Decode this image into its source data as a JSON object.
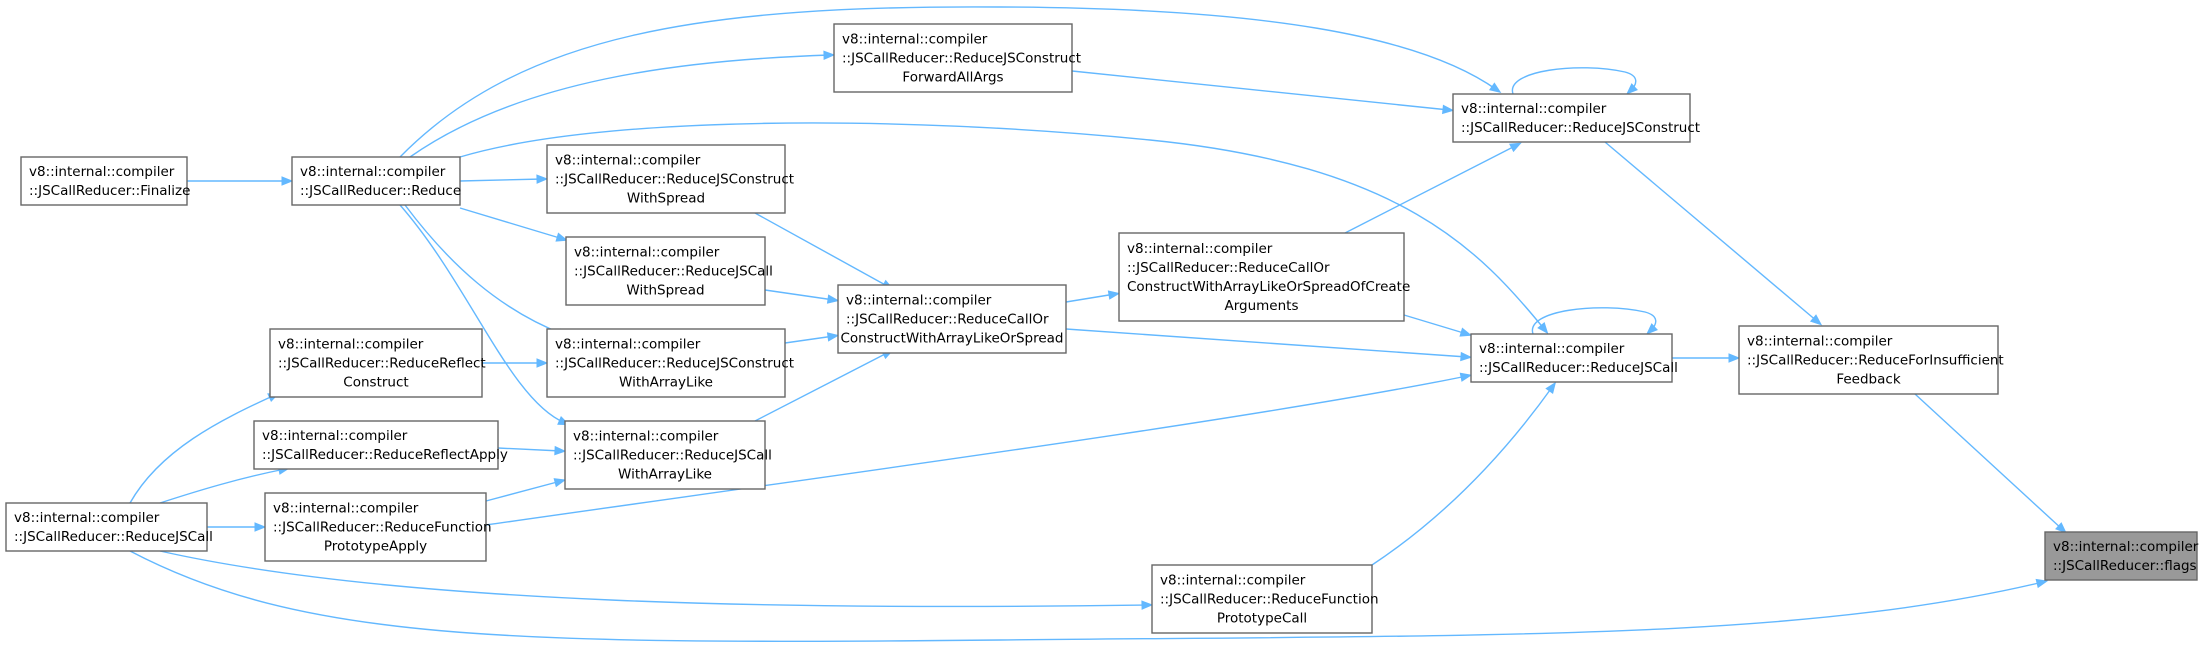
{
  "diagram": {
    "type": "call-graph",
    "nodes": [
      {
        "id": "n_finalize",
        "lines": [
          "v8::internal::compiler",
          "::JSCallReducer::Finalize"
        ]
      },
      {
        "id": "n_reduce",
        "lines": [
          "v8::internal::compiler",
          "::JSCallReducer::Reduce"
        ]
      },
      {
        "id": "n_reducejscall_left",
        "lines": [
          "v8::internal::compiler",
          "::JSCallReducer::ReduceJSCall"
        ]
      },
      {
        "id": "n_reflect_construct",
        "lines": [
          "v8::internal::compiler",
          "::JSCallReducer::ReduceReflect",
          "Construct"
        ]
      },
      {
        "id": "n_reflect_apply",
        "lines": [
          "v8::internal::compiler",
          "::JSCallReducer::ReduceReflectApply"
        ]
      },
      {
        "id": "n_func_proto_apply",
        "lines": [
          "v8::internal::compiler",
          "::JSCallReducer::ReduceFunction",
          "PrototypeApply"
        ]
      },
      {
        "id": "n_construct_fwd",
        "lines": [
          "v8::internal::compiler",
          "::JSCallReducer::ReduceJSConstruct",
          "ForwardAllArgs"
        ]
      },
      {
        "id": "n_construct_spread",
        "lines": [
          "v8::internal::compiler",
          "::JSCallReducer::ReduceJSConstruct",
          "WithSpread"
        ]
      },
      {
        "id": "n_call_spread",
        "lines": [
          "v8::internal::compiler",
          "::JSCallReducer::ReduceJSCall",
          "WithSpread"
        ]
      },
      {
        "id": "n_construct_arraylike",
        "lines": [
          "v8::internal::compiler",
          "::JSCallReducer::ReduceJSConstruct",
          "WithArrayLike"
        ]
      },
      {
        "id": "n_call_arraylike",
        "lines": [
          "v8::internal::compiler",
          "::JSCallReducer::ReduceJSCall",
          "WithArrayLike"
        ]
      },
      {
        "id": "n_calls_or_construct",
        "lines": [
          "v8::internal::compiler",
          "::JSCallReducer::ReduceCallOr",
          "ConstructWithArrayLikeOrSpread"
        ]
      },
      {
        "id": "n_calls_or_construct_create",
        "lines": [
          "v8::internal::compiler",
          "::JSCallReducer::ReduceCallOr",
          "ConstructWithArrayLikeOrSpreadOfCreate",
          "Arguments"
        ]
      },
      {
        "id": "n_func_proto_call",
        "lines": [
          "v8::internal::compiler",
          "::JSCallReducer::ReduceFunction",
          "PrototypeCall"
        ]
      },
      {
        "id": "n_jsconstruct",
        "lines": [
          "v8::internal::compiler",
          "::JSCallReducer::ReduceJSConstruct"
        ]
      },
      {
        "id": "n_jscall",
        "lines": [
          "v8::internal::compiler",
          "::JSCallReducer::ReduceJSCall"
        ]
      },
      {
        "id": "n_insufficient_feedback",
        "lines": [
          "v8::internal::compiler",
          "::JSCallReducer::ReduceForInsufficient",
          "Feedback"
        ]
      },
      {
        "id": "n_flags",
        "lines": [
          "v8::internal::compiler",
          "::JSCallReducer::flags"
        ],
        "highlighted": true
      }
    ],
    "edges": [
      {
        "from": "n_finalize",
        "to": "n_reduce"
      },
      {
        "from": "n_reduce",
        "to": "n_jsconstruct"
      },
      {
        "from": "n_reduce",
        "to": "n_construct_fwd"
      },
      {
        "from": "n_reduce",
        "to": "n_jscall"
      },
      {
        "from": "n_reduce",
        "to": "n_construct_spread"
      },
      {
        "from": "n_reduce",
        "to": "n_call_spread"
      },
      {
        "from": "n_reduce",
        "to": "n_construct_arraylike"
      },
      {
        "from": "n_reduce",
        "to": "n_call_arraylike"
      },
      {
        "from": "n_reducejscall_left",
        "to": "n_reflect_construct"
      },
      {
        "from": "n_reducejscall_left",
        "to": "n_reflect_apply"
      },
      {
        "from": "n_reducejscall_left",
        "to": "n_func_proto_apply"
      },
      {
        "from": "n_reducejscall_left",
        "to": "n_func_proto_call"
      },
      {
        "from": "n_reducejscall_left",
        "to": "n_flags"
      },
      {
        "from": "n_reflect_construct",
        "to": "n_construct_arraylike"
      },
      {
        "from": "n_reflect_apply",
        "to": "n_call_arraylike"
      },
      {
        "from": "n_func_proto_apply",
        "to": "n_call_arraylike"
      },
      {
        "from": "n_func_proto_apply",
        "to": "n_jscall"
      },
      {
        "from": "n_construct_fwd",
        "to": "n_jsconstruct"
      },
      {
        "from": "n_construct_spread",
        "to": "n_calls_or_construct"
      },
      {
        "from": "n_call_spread",
        "to": "n_calls_or_construct"
      },
      {
        "from": "n_construct_arraylike",
        "to": "n_calls_or_construct"
      },
      {
        "from": "n_call_arraylike",
        "to": "n_calls_or_construct"
      },
      {
        "from": "n_calls_or_construct",
        "to": "n_calls_or_construct_create"
      },
      {
        "from": "n_calls_or_construct",
        "to": "n_jscall"
      },
      {
        "from": "n_calls_or_construct_create",
        "to": "n_jsconstruct"
      },
      {
        "from": "n_calls_or_construct_create",
        "to": "n_jscall"
      },
      {
        "from": "n_func_proto_call",
        "to": "n_jscall"
      },
      {
        "from": "n_jsconstruct",
        "to": "n_jsconstruct",
        "self_loop": true
      },
      {
        "from": "n_jsconstruct",
        "to": "n_insufficient_feedback"
      },
      {
        "from": "n_jscall",
        "to": "n_jscall",
        "self_loop": true
      },
      {
        "from": "n_jscall",
        "to": "n_insufficient_feedback"
      },
      {
        "from": "n_insufficient_feedback",
        "to": "n_flags"
      }
    ],
    "colors": {
      "edge": "#63b8ff",
      "node_border": "#666666",
      "node_fill": "#ffffff",
      "highlight_fill": "#999999"
    }
  }
}
